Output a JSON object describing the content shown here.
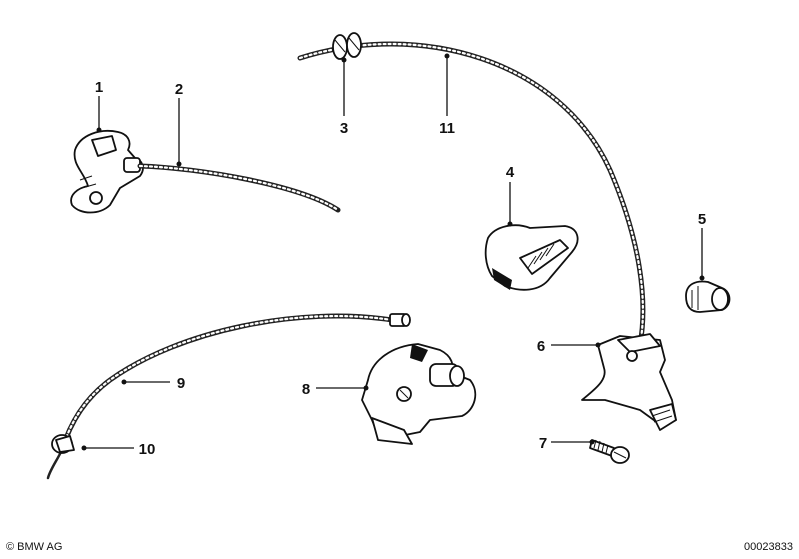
{
  "callouts": [
    "1",
    "2",
    "3",
    "4",
    "5",
    "6",
    "7",
    "8",
    "9",
    "10",
    "11"
  ],
  "footer": {
    "copyright": "© BMW AG",
    "doc_number": "00023833"
  }
}
